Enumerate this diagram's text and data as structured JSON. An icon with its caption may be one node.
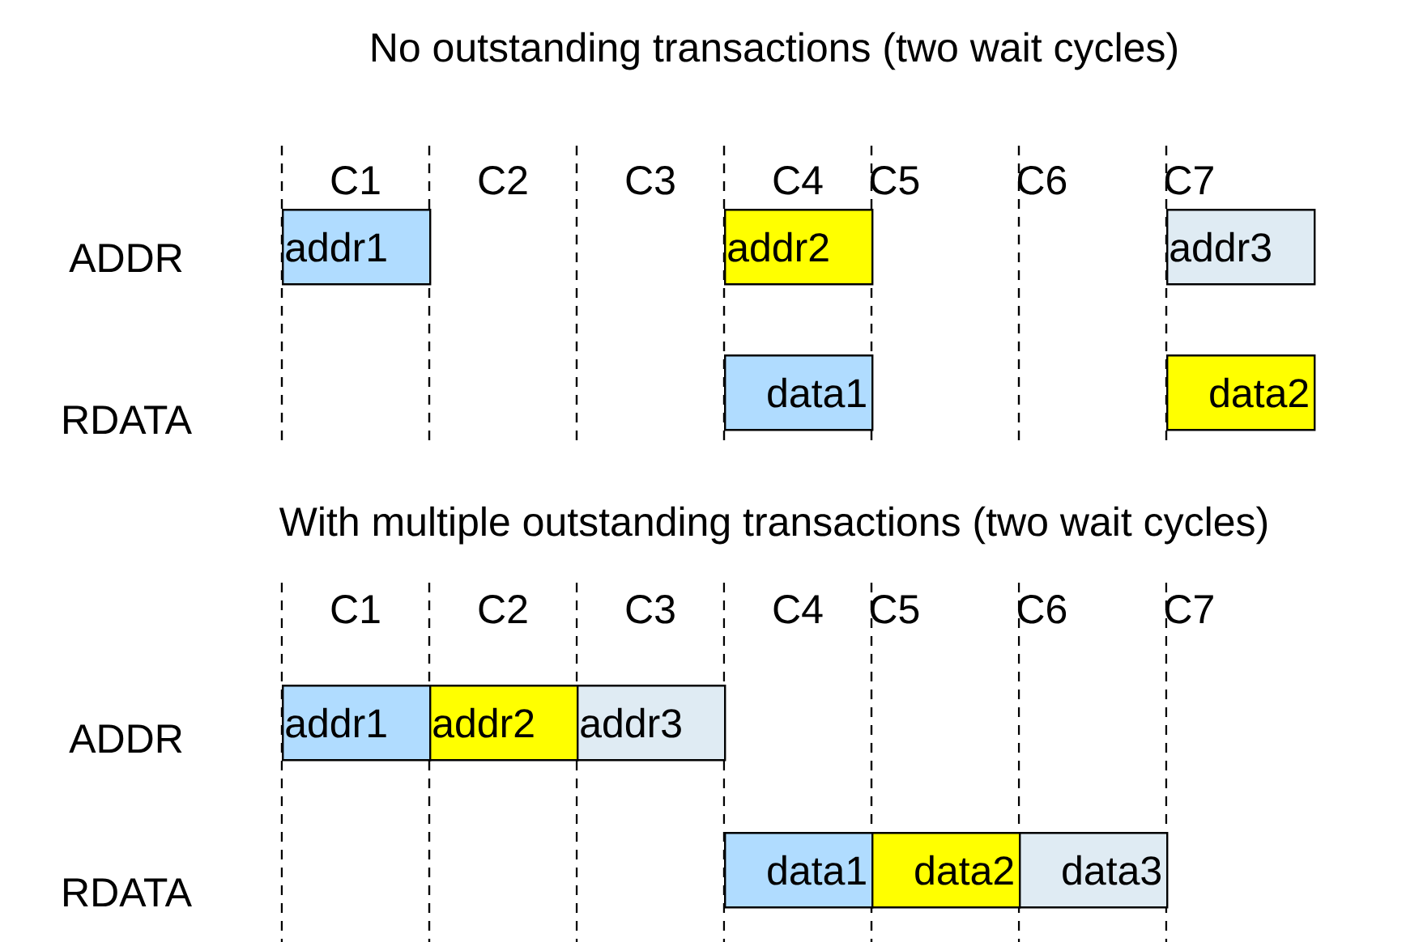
{
  "diagram": {
    "nodes": [
      {
        "text": [
          "addr1"
        ]
      },
      {
        "text": [
          "addr2"
        ]
      },
      {
        "text": [
          "addr3"
        ]
      },
      {
        "text": [
          "data1"
        ]
      },
      {
        "text": [
          "data2"
        ]
      },
      {
        "text": [
          "addr1"
        ]
      },
      {
        "text": [
          "addr2"
        ]
      },
      {
        "text": [
          "addr3"
        ]
      },
      {
        "text": [
          "data1"
        ]
      },
      {
        "text": [
          "data2"
        ]
      },
      {
        "text": [
          "data3"
        ]
      }
    ],
    "labels": [
      "No outstanding transactions (two wait cycles)",
      "C1",
      "C2",
      "C3",
      "C4",
      "C5",
      "C6",
      "C7",
      "ADDR",
      "RDATA",
      "With multiple outstanding transactions (two wait cycles)",
      "C1",
      "C2",
      "C3",
      "C4",
      "C5",
      "C6",
      "C7",
      "ADDR",
      "RDATA"
    ]
  }
}
